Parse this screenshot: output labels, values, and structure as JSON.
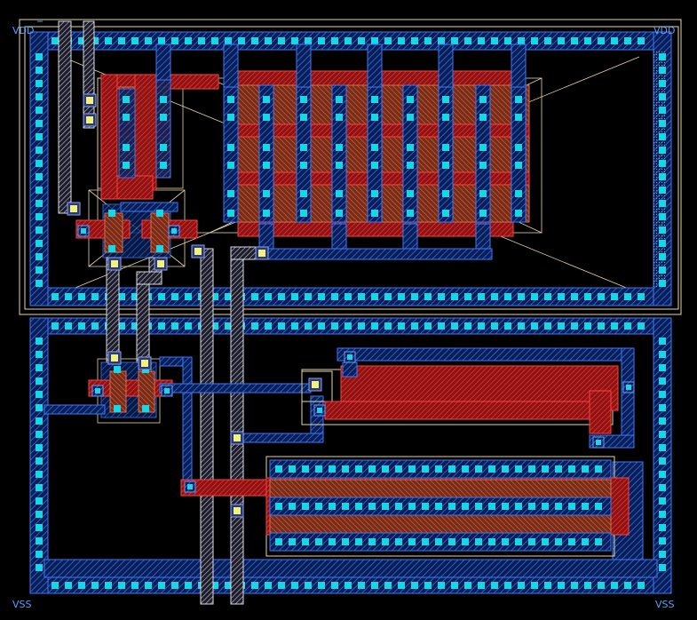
{
  "canvas": {
    "background": "#000000"
  },
  "labels": {
    "vdd_left": "VDD",
    "vdd_right": "VDD",
    "vss_left": "VSS",
    "vss_right": "VSS"
  },
  "layers": {
    "metal1": "#1f5fd0",
    "contact": "#19d6e6",
    "poly": "#d42424",
    "diffusion": "#b8603a",
    "via": "#f2f27a",
    "metal2": "#d8dce8",
    "boundary": "#e8d8a0"
  }
}
